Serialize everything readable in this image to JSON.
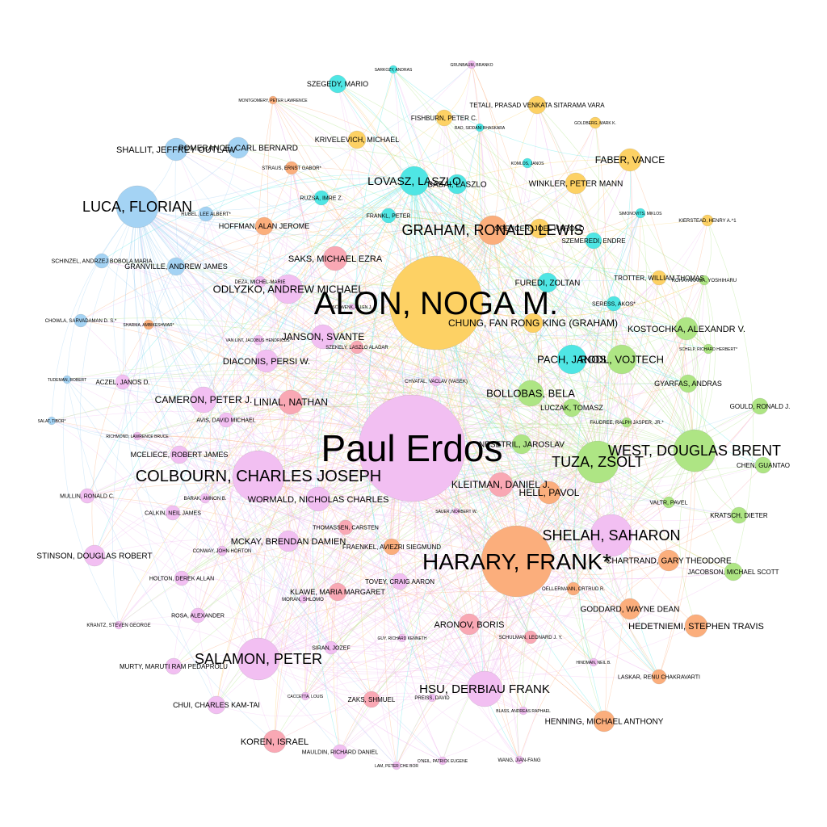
{
  "colors": {
    "pink": "#f2bff2",
    "orange": "#fbae7c",
    "yellow": "#fdd164",
    "cyan": "#4fe6e4",
    "blue": "#a4d3f4",
    "green": "#aee584",
    "red": "#f9a8b4"
  },
  "nodes": [
    {
      "id": "erdos",
      "label": "Paul Erdos",
      "color": "pink",
      "size": 60,
      "degree": "max",
      "tx": -1,
      "lsize": 46
    },
    {
      "id": "alon",
      "label": "ALON, NOGA M.",
      "color": "yellow",
      "size": 50,
      "tx": -1,
      "lsize": 40
    },
    {
      "id": "harary",
      "label": "HARARY, FRANK*",
      "color": "orange",
      "size": 42,
      "tx": -1,
      "lsize": 28
    },
    {
      "id": "graham",
      "label": "GRAHAM, RONALD LEWIS",
      "color": "orange",
      "size": 18,
      "lsize": 18
    },
    {
      "id": "colbourn",
      "label": "COLBOURN, CHARLES JOSEPH",
      "color": "pink",
      "size": 32,
      "lsize": 20
    },
    {
      "id": "west",
      "label": "WEST, DOUGLAS BRENT",
      "color": "green",
      "size": 26,
      "lsize": 18
    },
    {
      "id": "shelah",
      "label": "SHELAH, SAHARON",
      "color": "pink",
      "size": 26,
      "lsize": 18
    },
    {
      "id": "tuza",
      "label": "TUZA, ZSOLT",
      "color": "green",
      "size": 26,
      "lsize": 18
    },
    {
      "id": "salamon",
      "label": "SALAMON, PETER",
      "color": "pink",
      "size": 26,
      "lsize": 18
    },
    {
      "id": "luca",
      "label": "LUCA, FLORIAN",
      "color": "blue",
      "size": 26,
      "lsize": 18
    },
    {
      "id": "hsu",
      "label": "HSU, DERBIAU FRANK",
      "color": "pink",
      "size": 22,
      "lsize": 15
    },
    {
      "id": "chung",
      "label": "CHUNG, FAN RONG KING (GRAHAM)",
      "color": "yellow",
      "size": 12,
      "lsize": 12
    },
    {
      "id": "lovasz",
      "label": "LOVASZ, LASZLO",
      "color": "cyan",
      "size": 18,
      "lsize": 14
    },
    {
      "id": "pach",
      "label": "PACH, JANOS",
      "color": "cyan",
      "size": 18,
      "lsize": 13
    },
    {
      "id": "rodl",
      "label": "RODL, VOJTECH",
      "color": "green",
      "size": 18,
      "lsize": 13
    },
    {
      "id": "odlyzko",
      "label": "ODLYZKO, ANDREW MICHAEL",
      "color": "pink",
      "size": 18,
      "lsize": 13
    },
    {
      "id": "bollobas",
      "label": "BOLLOBAS, BELA",
      "color": "green",
      "size": 16,
      "lsize": 13
    },
    {
      "id": "cameron",
      "label": "CAMERON, PETER J.",
      "color": "pink",
      "size": 16,
      "lsize": 12
    },
    {
      "id": "janson",
      "label": "JANSON, SVANTE",
      "color": "pink",
      "size": 15,
      "lsize": 12
    },
    {
      "id": "saks",
      "label": "SAKS, MICHAEL EZRA",
      "color": "red",
      "size": 15,
      "lsize": 11
    },
    {
      "id": "linial",
      "label": "LINIAL, NATHAN",
      "color": "red",
      "size": 15,
      "lsize": 12
    },
    {
      "id": "kleitman",
      "label": "KLEITMAN, DANIEL J.",
      "color": "red",
      "size": 15,
      "lsize": 12
    },
    {
      "id": "hell",
      "label": "HELL, PAVOL",
      "color": "orange",
      "size": 14,
      "lsize": 12
    },
    {
      "id": "wormald",
      "label": "WORMALD, NICHOLAS CHARLES",
      "color": "pink",
      "size": 15,
      "lsize": 11
    },
    {
      "id": "mckay",
      "label": "MCKAY, BRENDAN DAMIEN",
      "color": "pink",
      "size": 13,
      "lsize": 11
    },
    {
      "id": "diaconis",
      "label": "DIACONIS, PERSI W.",
      "color": "pink",
      "size": 14,
      "lsize": 11
    },
    {
      "id": "stinson",
      "label": "STINSON, DOUGLAS ROBERT",
      "color": "pink",
      "size": 13,
      "lsize": 10
    },
    {
      "id": "koren",
      "label": "KOREN, ISRAEL",
      "color": "red",
      "size": 14,
      "lsize": 11
    },
    {
      "id": "aronov",
      "label": "ARONOV, BORIS",
      "color": "red",
      "size": 13,
      "lsize": 11
    },
    {
      "id": "kostochka",
      "label": "KOSTOCHKA, ALEXANDR V.",
      "color": "green",
      "size": 14,
      "lsize": 11
    },
    {
      "id": "faber",
      "label": "FABER, VANCE",
      "color": "yellow",
      "size": 14,
      "lsize": 12
    },
    {
      "id": "shallit",
      "label": "SHALLIT, JEFFREY OUTLAW",
      "color": "blue",
      "size": 14,
      "lsize": 11
    },
    {
      "id": "pomerance",
      "label": "POMERANCE, CARL BERNARD",
      "color": "blue",
      "size": 13,
      "lsize": 10
    },
    {
      "id": "hedetniemi",
      "label": "HEDETNIEMI, STEPHEN TRAVIS",
      "color": "orange",
      "size": 14,
      "lsize": 11
    },
    {
      "id": "henning",
      "label": "HENNING, MICHAEL ANTHONY",
      "color": "orange",
      "size": 13,
      "lsize": 10
    },
    {
      "id": "chartrand",
      "label": "CHARTRAND, GARY THEODORE",
      "color": "orange",
      "size": 13,
      "lsize": 10
    },
    {
      "id": "goddard",
      "label": "GODDARD, WAYNE DEAN",
      "color": "orange",
      "size": 13,
      "lsize": 10
    },
    {
      "id": "winkler",
      "label": "WINKLER, PETER MANN",
      "color": "yellow",
      "size": 13,
      "lsize": 10
    },
    {
      "id": "szemeredi",
      "label": "SZEMEREDI, ENDRE",
      "color": "cyan",
      "size": 10,
      "lsize": 8
    },
    {
      "id": "spencer",
      "label": "SPENCER, JOEL HAROLD",
      "color": "yellow",
      "size": 12,
      "lsize": 9
    },
    {
      "id": "furedi",
      "label": "FUREDI, ZOLTAN",
      "color": "cyan",
      "size": 12,
      "lsize": 10
    },
    {
      "id": "babai",
      "label": "BABAI, LASZLO",
      "color": "cyan",
      "size": 12,
      "lsize": 10
    },
    {
      "id": "nesetril",
      "label": "NESETRIL, JAROSLAV",
      "color": "green",
      "size": 12,
      "lsize": 10
    },
    {
      "id": "gyarfas",
      "label": "GYARFAS, ANDRAS",
      "color": "green",
      "size": 11,
      "lsize": 9
    },
    {
      "id": "szegedy",
      "label": "SZEGEDY, MARIO",
      "color": "cyan",
      "size": 11,
      "lsize": 9
    },
    {
      "id": "krivelevich",
      "label": "KRIVELEVICH, MICHAEL",
      "color": "yellow",
      "size": 11,
      "lsize": 9
    },
    {
      "id": "tetali",
      "label": "TETALI, PRASAD VENKATA SITARAMA VARA",
      "color": "yellow",
      "size": 11,
      "lsize": 8
    },
    {
      "id": "fishburn",
      "label": "FISHBURN, PETER C.",
      "color": "yellow",
      "size": 10,
      "lsize": 8
    },
    {
      "id": "hoffman",
      "label": "HOFFMAN, ALAN JEROME",
      "color": "orange",
      "size": 11,
      "lsize": 9
    },
    {
      "id": "luczak",
      "label": "LUCZAK, TOMASZ",
      "color": "green",
      "size": 11,
      "lsize": 9
    },
    {
      "id": "jacobson",
      "label": "JACOBSON, MICHAEL SCOTT",
      "color": "green",
      "size": 11,
      "lsize": 8
    },
    {
      "id": "kratsch",
      "label": "KRATSCH, DIETER",
      "color": "green",
      "size": 10,
      "lsize": 8
    },
    {
      "id": "chen",
      "label": "CHEN, GUANTAO",
      "color": "green",
      "size": 10,
      "lsize": 8
    },
    {
      "id": "gould",
      "label": "GOULD, RONALD J.",
      "color": "green",
      "size": 10,
      "lsize": 8
    },
    {
      "id": "trotter",
      "label": "TROTTER, WILLIAM THOMAS",
      "color": "yellow",
      "size": 9,
      "lsize": 8
    },
    {
      "id": "mceliece",
      "label": "MCELIECE, ROBERT JAMES",
      "color": "pink",
      "size": 11,
      "lsize": 9
    },
    {
      "id": "granville",
      "label": "GRANVILLE, ANDREW JAMES",
      "color": "blue",
      "size": 11,
      "lsize": 9
    },
    {
      "id": "chui",
      "label": "CHUI, CHARLES KAM-TAI",
      "color": "pink",
      "size": 11,
      "lsize": 9
    },
    {
      "id": "murty",
      "label": "MURTY, MARUTI RAM PEDAPROLU",
      "color": "pink",
      "size": 10,
      "lsize": 8
    },
    {
      "id": "klawe",
      "label": "KLAWE, MARIA MARGARET",
      "color": "red",
      "size": 11,
      "lsize": 9
    },
    {
      "id": "tovey",
      "label": "TOVEY, CRAIG AARON",
      "color": "pink",
      "size": 10,
      "lsize": 8
    },
    {
      "id": "zaks",
      "label": "ZAKS, SHMUEL",
      "color": "red",
      "size": 10,
      "lsize": 8
    },
    {
      "id": "fraenkel",
      "label": "FRAENKEL, AVIEZRI SIEGMUND",
      "color": "orange",
      "size": 10,
      "lsize": 8
    },
    {
      "id": "schinzel",
      "label": "SCHINZEL, ANDRZEJ BOBOLA MARIA",
      "color": "blue",
      "size": 9,
      "lsize": 7
    },
    {
      "id": "ruzsa",
      "label": "RUZSA, IMRE Z.",
      "color": "cyan",
      "size": 9,
      "lsize": 7
    },
    {
      "id": "frankl",
      "label": "FRANKL, PETER",
      "color": "cyan",
      "size": 9,
      "lsize": 7
    },
    {
      "id": "aczel",
      "label": "ACZEL, JANOS D.",
      "color": "pink",
      "size": 9,
      "lsize": 8
    },
    {
      "id": "mullin",
      "label": "MULLIN, RONALD C.",
      "color": "pink",
      "size": 9,
      "lsize": 7
    },
    {
      "id": "calkin",
      "label": "CALKIN, NEIL JAMES",
      "color": "pink",
      "size": 9,
      "lsize": 7
    },
    {
      "id": "holton",
      "label": "HOLTON, DEREK ALLAN",
      "color": "pink",
      "size": 9,
      "lsize": 7
    },
    {
      "id": "rosa",
      "label": "ROSA, ALEXANDER",
      "color": "pink",
      "size": 9,
      "lsize": 7
    },
    {
      "id": "avis",
      "label": "AVIS, DAVID MICHAEL",
      "color": "pink",
      "size": 9,
      "lsize": 7
    },
    {
      "id": "thomassen",
      "label": "THOMASSEN, CARSTEN",
      "color": "red",
      "size": 9,
      "lsize": 7
    },
    {
      "id": "mauldin",
      "label": "MAULDIN, RICHARD DANIEL",
      "color": "pink",
      "size": 9,
      "lsize": 7
    },
    {
      "id": "laskar",
      "label": "LASKAR, RENU CHAKRAVARTI",
      "color": "orange",
      "size": 9,
      "lsize": 7
    },
    {
      "id": "schulman",
      "label": "SCHULMAN, LEONARD J. Y.",
      "color": "red",
      "size": 8,
      "lsize": 6
    },
    {
      "id": "siran",
      "label": "SIRAN, JOZEF",
      "color": "pink",
      "size": 8,
      "lsize": 7
    },
    {
      "id": "oellermann",
      "label": "OELLERMANN, ORTRUD R.",
      "color": "orange",
      "size": 8,
      "lsize": 6
    },
    {
      "id": "straus",
      "label": "STRAUS, ERNST GABOR*",
      "color": "orange",
      "size": 8,
      "lsize": 6
    },
    {
      "id": "rubel",
      "label": "RUBEL, LEE ALBERT*",
      "color": "blue",
      "size": 9,
      "lsize": 6
    },
    {
      "id": "deza",
      "label": "DEZA, MICHEL-MARIE",
      "color": "pink",
      "size": 7,
      "lsize": 6
    },
    {
      "id": "szekely",
      "label": "SZEKELY, LASZLO ALADAR",
      "color": "red",
      "size": 8,
      "lsize": 6
    },
    {
      "id": "chowla",
      "label": "CHOWLA, SARVADAMAN D. S.*",
      "color": "blue",
      "size": 8,
      "lsize": 6
    },
    {
      "id": "sharma",
      "label": "SHARMA, AMBIKESHWAR*",
      "color": "orange",
      "size": 6,
      "lsize": 5
    },
    {
      "id": "vanlint",
      "label": "VAN LINT, JACOBUS HENDRICUS*",
      "color": "pink",
      "size": 6,
      "lsize": 5
    },
    {
      "id": "chvatal",
      "label": "CHVATAL, VACLAV (VASEK)",
      "color": "pink",
      "size": 6,
      "lsize": 6
    },
    {
      "id": "faudree",
      "label": "FAUDREE, RALPH JASPER, JR.*",
      "color": "green",
      "size": 6,
      "lsize": 6
    },
    {
      "id": "seress",
      "label": "SERESS, AKOS*",
      "color": "cyan",
      "size": 9,
      "lsize": 7
    },
    {
      "id": "schelp",
      "label": "SCHELP, RICHARD HERBERT*",
      "color": "green",
      "size": 6,
      "lsize": 5
    },
    {
      "id": "kohayakawa",
      "label": "KOHAYAKAWA, YOSHIHARU",
      "color": "green",
      "size": 6,
      "lsize": 6
    },
    {
      "id": "kierstead",
      "label": "KIERSTEAD, HENRY A.^1",
      "color": "yellow",
      "size": 7,
      "lsize": 6
    },
    {
      "id": "simonovits",
      "label": "SIMONOVITS, MIKLOS",
      "color": "cyan",
      "size": 6,
      "lsize": 5
    },
    {
      "id": "komlos",
      "label": "KOMLOS, JANOS",
      "color": "cyan",
      "size": 6,
      "lsize": 5
    },
    {
      "id": "goldberg",
      "label": "GOLDBERG, MARK K.",
      "color": "yellow",
      "size": 7,
      "lsize": 5
    },
    {
      "id": "rao",
      "label": "RAO, SIDDANI BHASKARA",
      "color": "cyan",
      "size": 5,
      "lsize": 5
    },
    {
      "id": "sarkozy",
      "label": "SARKOZY, ANDRAS",
      "color": "cyan",
      "size": 5,
      "lsize": 5
    },
    {
      "id": "grunbaum",
      "label": "GRUNBAUM, BRANKO",
      "color": "pink",
      "size": 5,
      "lsize": 5
    },
    {
      "id": "montgomery",
      "label": "MONTGOMERY, PETER LAWRENCE",
      "color": "orange",
      "size": 5,
      "lsize": 5
    },
    {
      "id": "tudeman",
      "label": "TUDEMAN, ROBERT",
      "color": "blue",
      "size": 5,
      "lsize": 5
    },
    {
      "id": "salat",
      "label": "SALAT, TIBOR*",
      "color": "blue",
      "size": 5,
      "lsize": 5
    },
    {
      "id": "richmond",
      "label": "RICHMOND, LAWRENCE BRUCE",
      "color": "pink",
      "size": 5,
      "lsize": 5
    },
    {
      "id": "barak",
      "label": "BARAK, AMNON B.",
      "color": "pink",
      "size": 6,
      "lsize": 6
    },
    {
      "id": "conway",
      "label": "CONWAY, JOHN HORTON",
      "color": "pink",
      "size": 6,
      "lsize": 6
    },
    {
      "id": "moran",
      "label": "MORAN, SHLOMO",
      "color": "pink",
      "size": 5,
      "lsize": 6
    },
    {
      "id": "krantz",
      "label": "KRANTZ, STEVEN GEORGE",
      "color": "pink",
      "size": 5,
      "lsize": 6
    },
    {
      "id": "guy",
      "label": "GUY, RICHARD KENNETH",
      "color": "pink",
      "size": 5,
      "lsize": 5
    },
    {
      "id": "caccetta",
      "label": "CACCETTA, LOUIS",
      "color": "pink",
      "size": 5,
      "lsize": 5
    },
    {
      "id": "preiss",
      "label": "PREISS, DAVID",
      "color": "pink",
      "size": 5,
      "lsize": 6
    },
    {
      "id": "blass",
      "label": "BLASS, ANDREAS RAPHAEL",
      "color": "pink",
      "size": 5,
      "lsize": 5
    },
    {
      "id": "lam",
      "label": "LAM, PETER CHE BOR",
      "color": "pink",
      "size": 5,
      "lsize": 5
    },
    {
      "id": "oneil",
      "label": "O'NEIL, PATRICK EUGENE",
      "color": "pink",
      "size": 5,
      "lsize": 5
    },
    {
      "id": "wang",
      "label": "WANG, JIAN-FANG",
      "color": "pink",
      "size": 5,
      "lsize": 6
    },
    {
      "id": "hindman",
      "label": "HINDMAN, NEIL B.",
      "color": "pink",
      "size": 5,
      "lsize": 5
    },
    {
      "id": "valtr",
      "label": "VALTR, PAVEL",
      "color": "green",
      "size": 7,
      "lsize": 7
    },
    {
      "id": "sauer",
      "label": "SAUER, NORBERT W.",
      "color": "pink",
      "size": 4,
      "lsize": 5
    },
    {
      "id": "schwenk",
      "label": "SCHWENK, ALLEN J.",
      "color": "pink",
      "size": 4,
      "lsize": 5
    }
  ]
}
